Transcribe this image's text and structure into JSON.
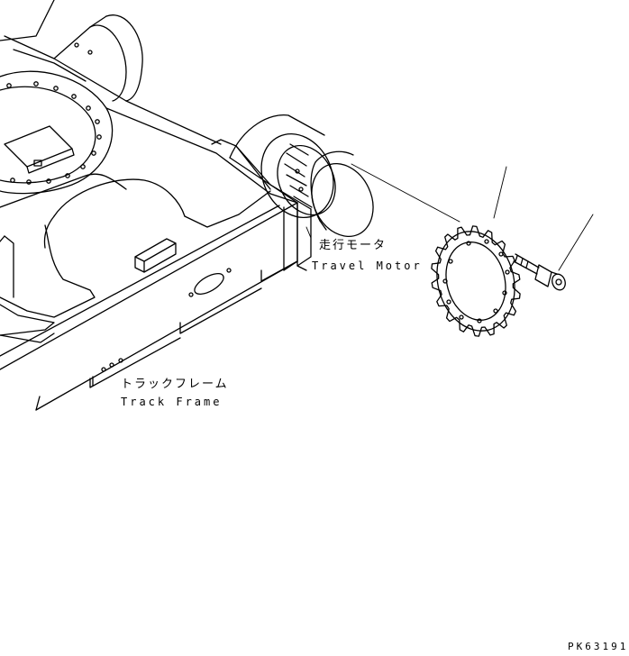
{
  "labels": {
    "travel_motor_jp": "走行モータ",
    "travel_motor_en": "Travel Motor",
    "track_frame_jp": "トラックフレーム",
    "track_frame_en": "Track Frame",
    "drawing_code": "PK63191"
  },
  "colors": {
    "line": "#000000",
    "background": "#ffffff"
  }
}
